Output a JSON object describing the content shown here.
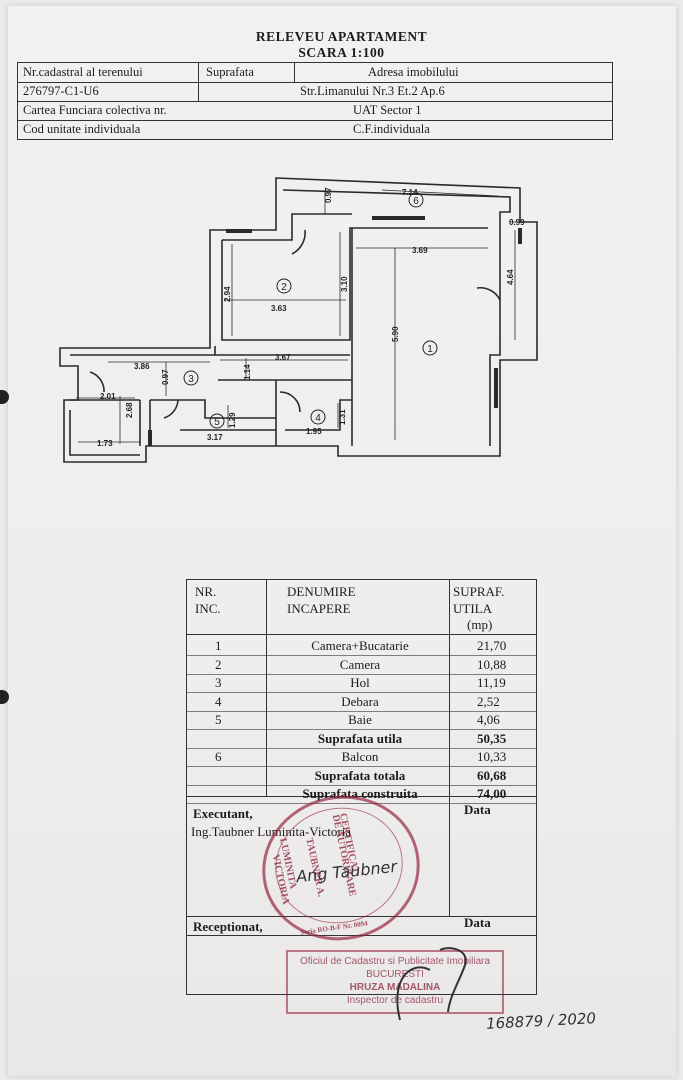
{
  "document": {
    "title": "RELEVEU APARTAMENT",
    "scale": "SCARA 1:100"
  },
  "header": {
    "cadastral_label": "Nr.cadastral al terenului",
    "surface_label": "Suprafata",
    "address_label": "Adresa imobilului",
    "cadastral_value": "276797-C1-U6",
    "address_value": "Str.Limanului Nr.3 Et.2 Ap.6",
    "cf_collective_label": "Cartea Funciara colectiva nr.",
    "uat_value": "UAT   Sector 1",
    "unit_code_label": "Cod unitate individuala",
    "cf_individual_label": "C.F.individuala"
  },
  "floorplan": {
    "dimensions": [
      "0.97",
      "7.14",
      "0.99",
      "4.64",
      "3.69",
      "5.90",
      "2.94",
      "3.63",
      "3.10",
      "3.86",
      "0.97",
      "3.67",
      "1.14",
      "2.01",
      "2.68",
      "1.73",
      "3.17",
      "1.29",
      "1.95",
      "1.31"
    ],
    "room_numbers": [
      "1",
      "2",
      "3",
      "4",
      "5",
      "6"
    ]
  },
  "table": {
    "headers": {
      "nr_line1": "NR.",
      "nr_line2": "INC.",
      "name_line1": "DENUMIRE",
      "name_line2": "INCAPERE",
      "area_line1": "SUPRAF.",
      "area_line2": "UTILA",
      "area_line3": "(mp)"
    },
    "rows": [
      {
        "nr": "1",
        "name": "Camera+Bucatarie",
        "area": "21,70"
      },
      {
        "nr": "2",
        "name": "Camera",
        "area": "10,88"
      },
      {
        "nr": "3",
        "name": "Hol",
        "area": "11,19"
      },
      {
        "nr": "4",
        "name": "Debara",
        "area": "2,52"
      },
      {
        "nr": "5",
        "name": "Baie",
        "area": "4,06"
      },
      {
        "nr": "",
        "name": "Suprafata utila",
        "area": "50,35"
      },
      {
        "nr": "6",
        "name": "Balcon",
        "area": "10,33"
      },
      {
        "nr": "",
        "name": "Suprafata totala",
        "area": "60,68"
      },
      {
        "nr": "",
        "name": "Suprafata construita",
        "area": "74,00"
      }
    ],
    "executant_label": "Executant,",
    "executant_name": "Ing.Taubner Luminita-Victoria",
    "date_label": "Data",
    "receptionat_label": "Receptionat,",
    "date_label_2": "Data"
  },
  "stamps": {
    "round_stamp_text": [
      "CERTIFICAT",
      "DE AUTORIZARE",
      "TAUBNER A.",
      "LUMINITA",
      "VICTORIA",
      "Seria RO-B-F Nr. 0094"
    ],
    "office_stamp_line1": "Oficiul de Cadastru si Publicitate Imobiliara",
    "office_stamp_line2": "BUCURESTI",
    "office_stamp_line3": "HRUZA MADALINA",
    "office_stamp_line4": "Inspector de cadastru"
  },
  "handwriting": {
    "signature": "Ang Taubner",
    "registration": "168879 / 2020"
  }
}
